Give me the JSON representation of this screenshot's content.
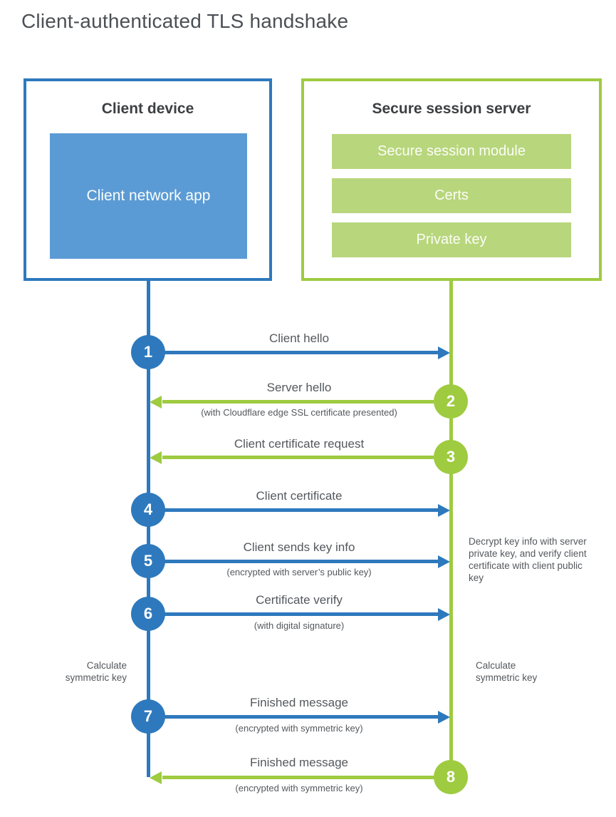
{
  "title": "Client-authenticated TLS handshake",
  "client_box": {
    "title": "Client device",
    "app_label": "Client network app"
  },
  "server_box": {
    "title": "Secure session server",
    "modules": [
      "Secure session module",
      "Certs",
      "Private key"
    ]
  },
  "colors": {
    "blue": "#2e79bd",
    "blue_light": "#5b9bd5",
    "green": "#9ecb40",
    "green_light": "#b8d67c",
    "text_gray": "#54585c"
  },
  "steps": [
    {
      "num": "1",
      "label": "Client hello",
      "sublabel": "",
      "direction": "client-to-server",
      "color": "blue"
    },
    {
      "num": "2",
      "label": "Server hello",
      "sublabel": "(with Cloudflare edge SSL certificate presented)",
      "direction": "server-to-client",
      "color": "green"
    },
    {
      "num": "3",
      "label": "Client certificate request",
      "sublabel": "",
      "direction": "server-to-client",
      "color": "green"
    },
    {
      "num": "4",
      "label": "Client certificate",
      "sublabel": "",
      "direction": "client-to-server",
      "color": "blue"
    },
    {
      "num": "5",
      "label": "Client sends key info",
      "sublabel": "(encrypted with server’s public key)",
      "direction": "client-to-server",
      "color": "blue"
    },
    {
      "num": "6",
      "label": "Certificate verify",
      "sublabel": "(with digital signature)",
      "direction": "client-to-server",
      "color": "blue"
    },
    {
      "num": "7",
      "label": "Finished message",
      "sublabel": "(encrypted with symmetric key)",
      "direction": "client-to-server",
      "color": "blue"
    },
    {
      "num": "8",
      "label": "Finished message",
      "sublabel": "(encrypted with symmetric key)",
      "direction": "server-to-client",
      "color": "green"
    }
  ],
  "notes": {
    "decrypt_note": "Decrypt key info with server private key, and verify client certificate with client public key",
    "calc_left": "Calculate symmetric key",
    "calc_right": "Calculate symmetric key"
  }
}
